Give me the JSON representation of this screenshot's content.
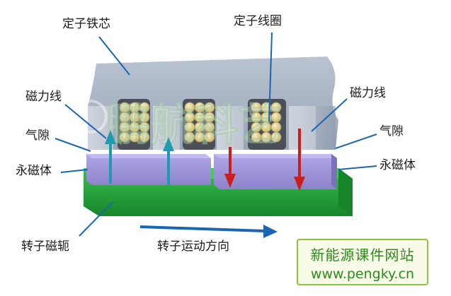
{
  "labels": {
    "stator_core": "定子铁芯",
    "stator_coil": "定子线圈",
    "flux_line_left": "磁力线",
    "flux_line_right": "磁力线",
    "air_gap_left": "气隙",
    "air_gap_right": "气隙",
    "magnet_left": "永磁体",
    "magnet_right": "永磁体",
    "rotor_yoke": "转子磁轭",
    "motion_direction": "转子运动方向"
  },
  "watermark": "鹏航科艺",
  "badge": {
    "title": "新能源课件网站",
    "url": "www.pengky.cn"
  },
  "colors": {
    "stator": "#aab6c6",
    "magnet": "#9b92d6",
    "rotor": "#23a13b",
    "flux_up": "#1e9bb0",
    "flux_down": "#c81e1e",
    "leader": "#1a66b3",
    "motion_arrow": "#1a66b3",
    "badge_text": "#2e8a1e"
  }
}
